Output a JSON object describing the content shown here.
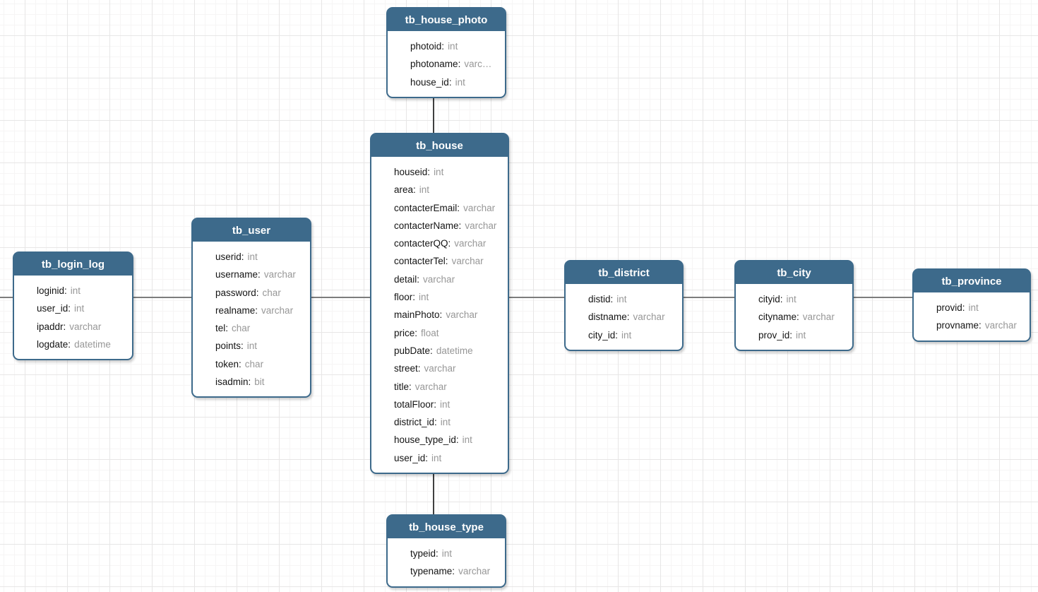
{
  "diagram": {
    "tables": [
      {
        "id": "tb_house_photo",
        "title": "tb_house_photo",
        "fields": [
          {
            "name": "photoid",
            "type": "int"
          },
          {
            "name": "photoname",
            "type": "varc…"
          },
          {
            "name": "house_id",
            "type": "int"
          }
        ]
      },
      {
        "id": "tb_house",
        "title": "tb_house",
        "fields": [
          {
            "name": "houseid",
            "type": "int"
          },
          {
            "name": "area",
            "type": "int"
          },
          {
            "name": "contacterEmail",
            "type": "varchar"
          },
          {
            "name": "contacterName",
            "type": "varchar"
          },
          {
            "name": "contacterQQ",
            "type": "varchar"
          },
          {
            "name": "contacterTel",
            "type": "varchar"
          },
          {
            "name": "detail",
            "type": "varchar"
          },
          {
            "name": "floor",
            "type": "int"
          },
          {
            "name": "mainPhoto",
            "type": "varchar"
          },
          {
            "name": "price",
            "type": "float"
          },
          {
            "name": "pubDate",
            "type": "datetime"
          },
          {
            "name": "street",
            "type": "varchar"
          },
          {
            "name": "title",
            "type": "varchar"
          },
          {
            "name": "totalFloor",
            "type": "int"
          },
          {
            "name": "district_id",
            "type": "int"
          },
          {
            "name": "house_type_id",
            "type": "int"
          },
          {
            "name": "user_id",
            "type": "int"
          }
        ]
      },
      {
        "id": "tb_user",
        "title": "tb_user",
        "fields": [
          {
            "name": "userid",
            "type": "int"
          },
          {
            "name": "username",
            "type": "varchar"
          },
          {
            "name": "password",
            "type": "char"
          },
          {
            "name": "realname",
            "type": "varchar"
          },
          {
            "name": "tel",
            "type": "char"
          },
          {
            "name": "points",
            "type": "int"
          },
          {
            "name": "token",
            "type": "char"
          },
          {
            "name": "isadmin",
            "type": "bit"
          }
        ]
      },
      {
        "id": "tb_login_log",
        "title": "tb_login_log",
        "fields": [
          {
            "name": "loginid",
            "type": "int"
          },
          {
            "name": "user_id",
            "type": "int"
          },
          {
            "name": "ipaddr",
            "type": "varchar"
          },
          {
            "name": "logdate",
            "type": "datetime"
          }
        ]
      },
      {
        "id": "tb_district",
        "title": "tb_district",
        "fields": [
          {
            "name": "distid",
            "type": "int"
          },
          {
            "name": "distname",
            "type": "varchar"
          },
          {
            "name": "city_id",
            "type": "int"
          }
        ]
      },
      {
        "id": "tb_city",
        "title": "tb_city",
        "fields": [
          {
            "name": "cityid",
            "type": "int"
          },
          {
            "name": "cityname",
            "type": "varchar"
          },
          {
            "name": "prov_id",
            "type": "int"
          }
        ]
      },
      {
        "id": "tb_province",
        "title": "tb_province",
        "fields": [
          {
            "name": "provid",
            "type": "int"
          },
          {
            "name": "provname",
            "type": "varchar"
          }
        ]
      },
      {
        "id": "tb_house_type",
        "title": "tb_house_type",
        "fields": [
          {
            "name": "typeid",
            "type": "int"
          },
          {
            "name": "typename",
            "type": "varchar"
          }
        ]
      }
    ],
    "connections": [
      {
        "from": "tb_house_photo",
        "to": "tb_house",
        "orientation": "vertical"
      },
      {
        "from": "tb_house",
        "to": "tb_house_type",
        "orientation": "vertical"
      },
      {
        "from": "canvas-left-edge",
        "to": "tb_login_log",
        "orientation": "horizontal"
      },
      {
        "from": "tb_login_log",
        "to": "tb_user",
        "orientation": "horizontal"
      },
      {
        "from": "tb_user",
        "to": "tb_house",
        "orientation": "horizontal"
      },
      {
        "from": "tb_house",
        "to": "tb_district",
        "orientation": "horizontal"
      },
      {
        "from": "tb_district",
        "to": "tb_city",
        "orientation": "horizontal"
      },
      {
        "from": "tb_city",
        "to": "tb_province",
        "orientation": "horizontal"
      }
    ],
    "colors": {
      "header_background": "#3d6a8b",
      "card_border": "#3d6a8b",
      "header_text": "#ffffff",
      "field_name_text": "#141414",
      "field_type_text": "#979797",
      "connector_horizontal": "#7d7d7d",
      "connector_vertical": "#3f3f3f",
      "grid_minor": "#f6f5f5",
      "grid_major": "#e7e6e6"
    }
  }
}
